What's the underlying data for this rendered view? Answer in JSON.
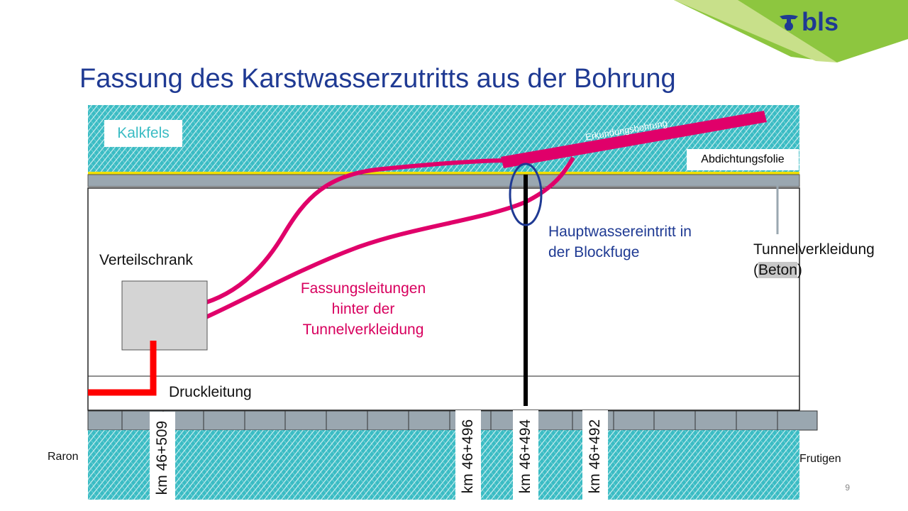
{
  "title": "Fassung des Karstwasserzutritts aus der Bohrung",
  "logo": {
    "text": "bls",
    "icon": "bls-logo-icon",
    "green": "#8dc63f",
    "blue": "#1f3a93"
  },
  "colors": {
    "rock": "#3bbcc4",
    "lining": "#9aa7b0",
    "pink": "#e0006a",
    "pressure": "#ff0000",
    "waterproof": "#f0e000"
  },
  "labels": {
    "kalkfels": "Kalkfels",
    "abdichtungsfolie": "Abdichtungsfolie",
    "erkundungsbohrung": "Erkundungsbohrung",
    "hauptwasser_line1": "Hauptwassereintritt in",
    "hauptwasser_line2": "der Blockfuge",
    "tunnelverkleidung": "Tunnelverkleidung",
    "beton_open": "(",
    "beton": "Beton",
    "beton_close": ")",
    "verteilschrank": "Verteilschrank",
    "fassung_line1": "Fassungsleitungen",
    "fassung_line2": "hinter der",
    "fassung_line3": "Tunnelverkleidung",
    "druckleitung": "Druckleitung",
    "raron": "Raron",
    "frutigen": "Frutigen"
  },
  "km_markers": [
    "km 46+509",
    "km 46+496",
    "km 46+494",
    "km 46+492"
  ],
  "page_number": "9"
}
